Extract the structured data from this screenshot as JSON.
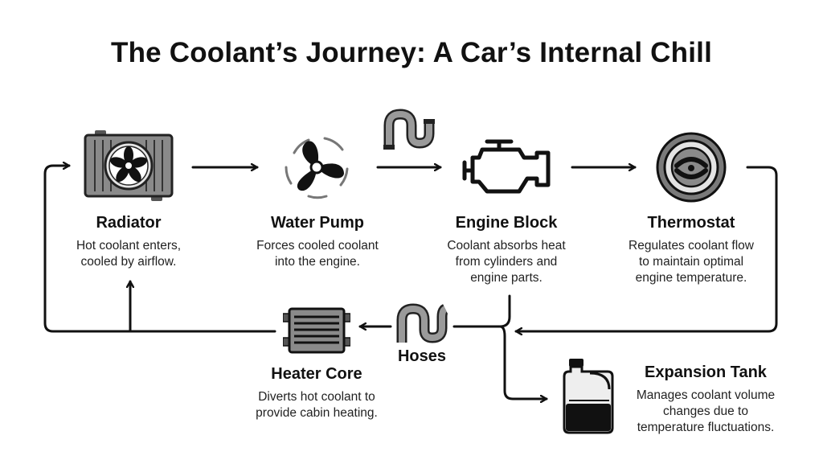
{
  "title": "The Coolant’s Journey: A Car’s Internal Chill",
  "nodes": {
    "radiator": {
      "label": "Radiator",
      "desc": [
        "Hot coolant enters,",
        "cooled by airflow."
      ],
      "icon": "radiator-icon"
    },
    "water_pump": {
      "label": "Water Pump",
      "desc": [
        "Forces cooled coolant",
        "into the engine."
      ],
      "icon": "water-pump-impeller-icon"
    },
    "engine_block": {
      "label": "Engine Block",
      "desc": [
        "Coolant absorbs heat",
        "from cylinders and",
        "engine parts."
      ],
      "icon": "engine-block-icon"
    },
    "thermostat": {
      "label": "Thermostat",
      "desc": [
        "Regulates coolant flow",
        "to maintain optimal",
        "engine temperature."
      ],
      "icon": "thermostat-valve-icon"
    },
    "hoses": {
      "label": "Hoses",
      "icon": "hose-icon"
    },
    "heater_core": {
      "label": "Heater Core",
      "desc": [
        "Diverts hot coolant to",
        "provide cabin heating."
      ],
      "icon": "heater-core-icon"
    },
    "expansion_tank": {
      "label": "Expansion Tank",
      "desc": [
        "Manages coolant volume",
        "changes due to",
        "temperature fluctuations."
      ],
      "icon": "expansion-tank-icon"
    }
  },
  "colors": {
    "ink": "#111111",
    "icon_gray": "#7a7a7a",
    "icon_dark": "#1a1a1a",
    "icon_light": "#d9d9d9",
    "background": "#ffffff"
  }
}
